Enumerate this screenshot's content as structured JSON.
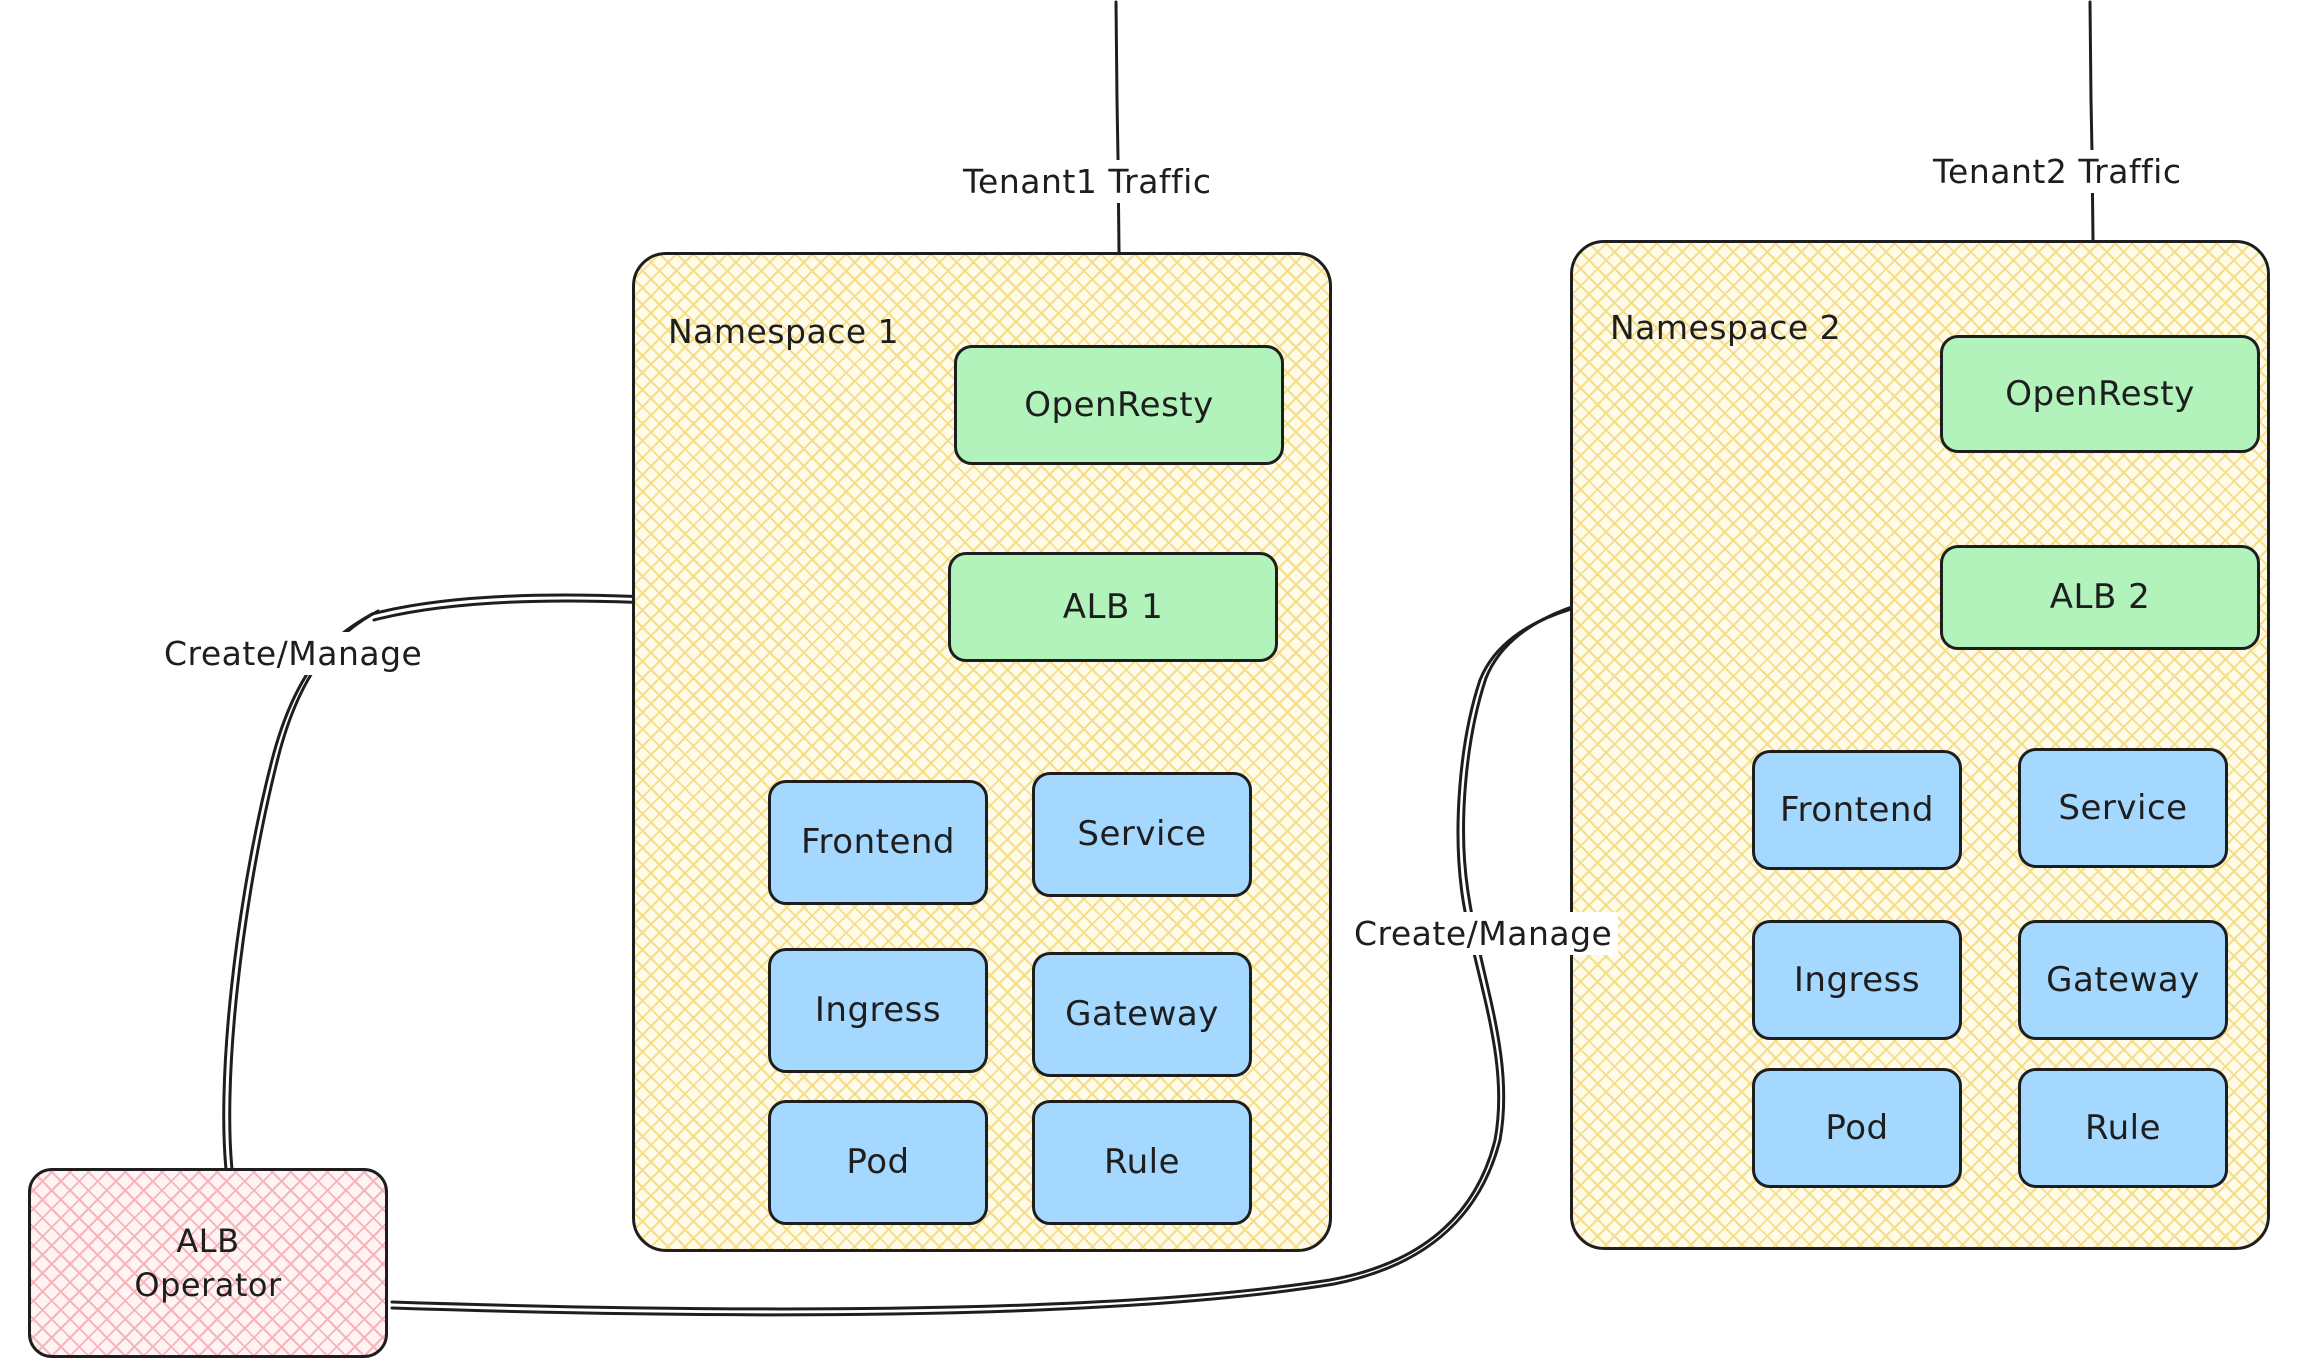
{
  "diagram": {
    "title": "ALB Operator multi-tenant namespace architecture",
    "background": "#ffffff",
    "colors": {
      "gateway_fill": "#b2f2bb",
      "resource_fill": "#a5d8ff",
      "namespace_fill": "#fffbe8",
      "namespace_hatch": "#f5de8a",
      "operator_fill": "#fff3f4",
      "operator_hatch": "#f5b5bb",
      "stroke": "#1e1e1e"
    }
  },
  "traffic": [
    {
      "label": "Tenant1 Traffic"
    },
    {
      "label": "Tenant2 Traffic"
    }
  ],
  "operator": {
    "line1": "ALB",
    "line2": "Operator"
  },
  "edges": [
    {
      "label": "Create/Manage"
    },
    {
      "label": "Create/Manage"
    }
  ],
  "namespaces": [
    {
      "label": "Namespace 1",
      "proxy": "OpenResty",
      "alb": "ALB 1",
      "resources": [
        "Frontend",
        "Service",
        "Ingress",
        "Gateway",
        "Pod",
        "Rule"
      ]
    },
    {
      "label": "Namespace 2",
      "proxy": "OpenResty",
      "alb": "ALB 2",
      "resources": [
        "Frontend",
        "Service",
        "Ingress",
        "Gateway",
        "Pod",
        "Rule"
      ]
    }
  ]
}
